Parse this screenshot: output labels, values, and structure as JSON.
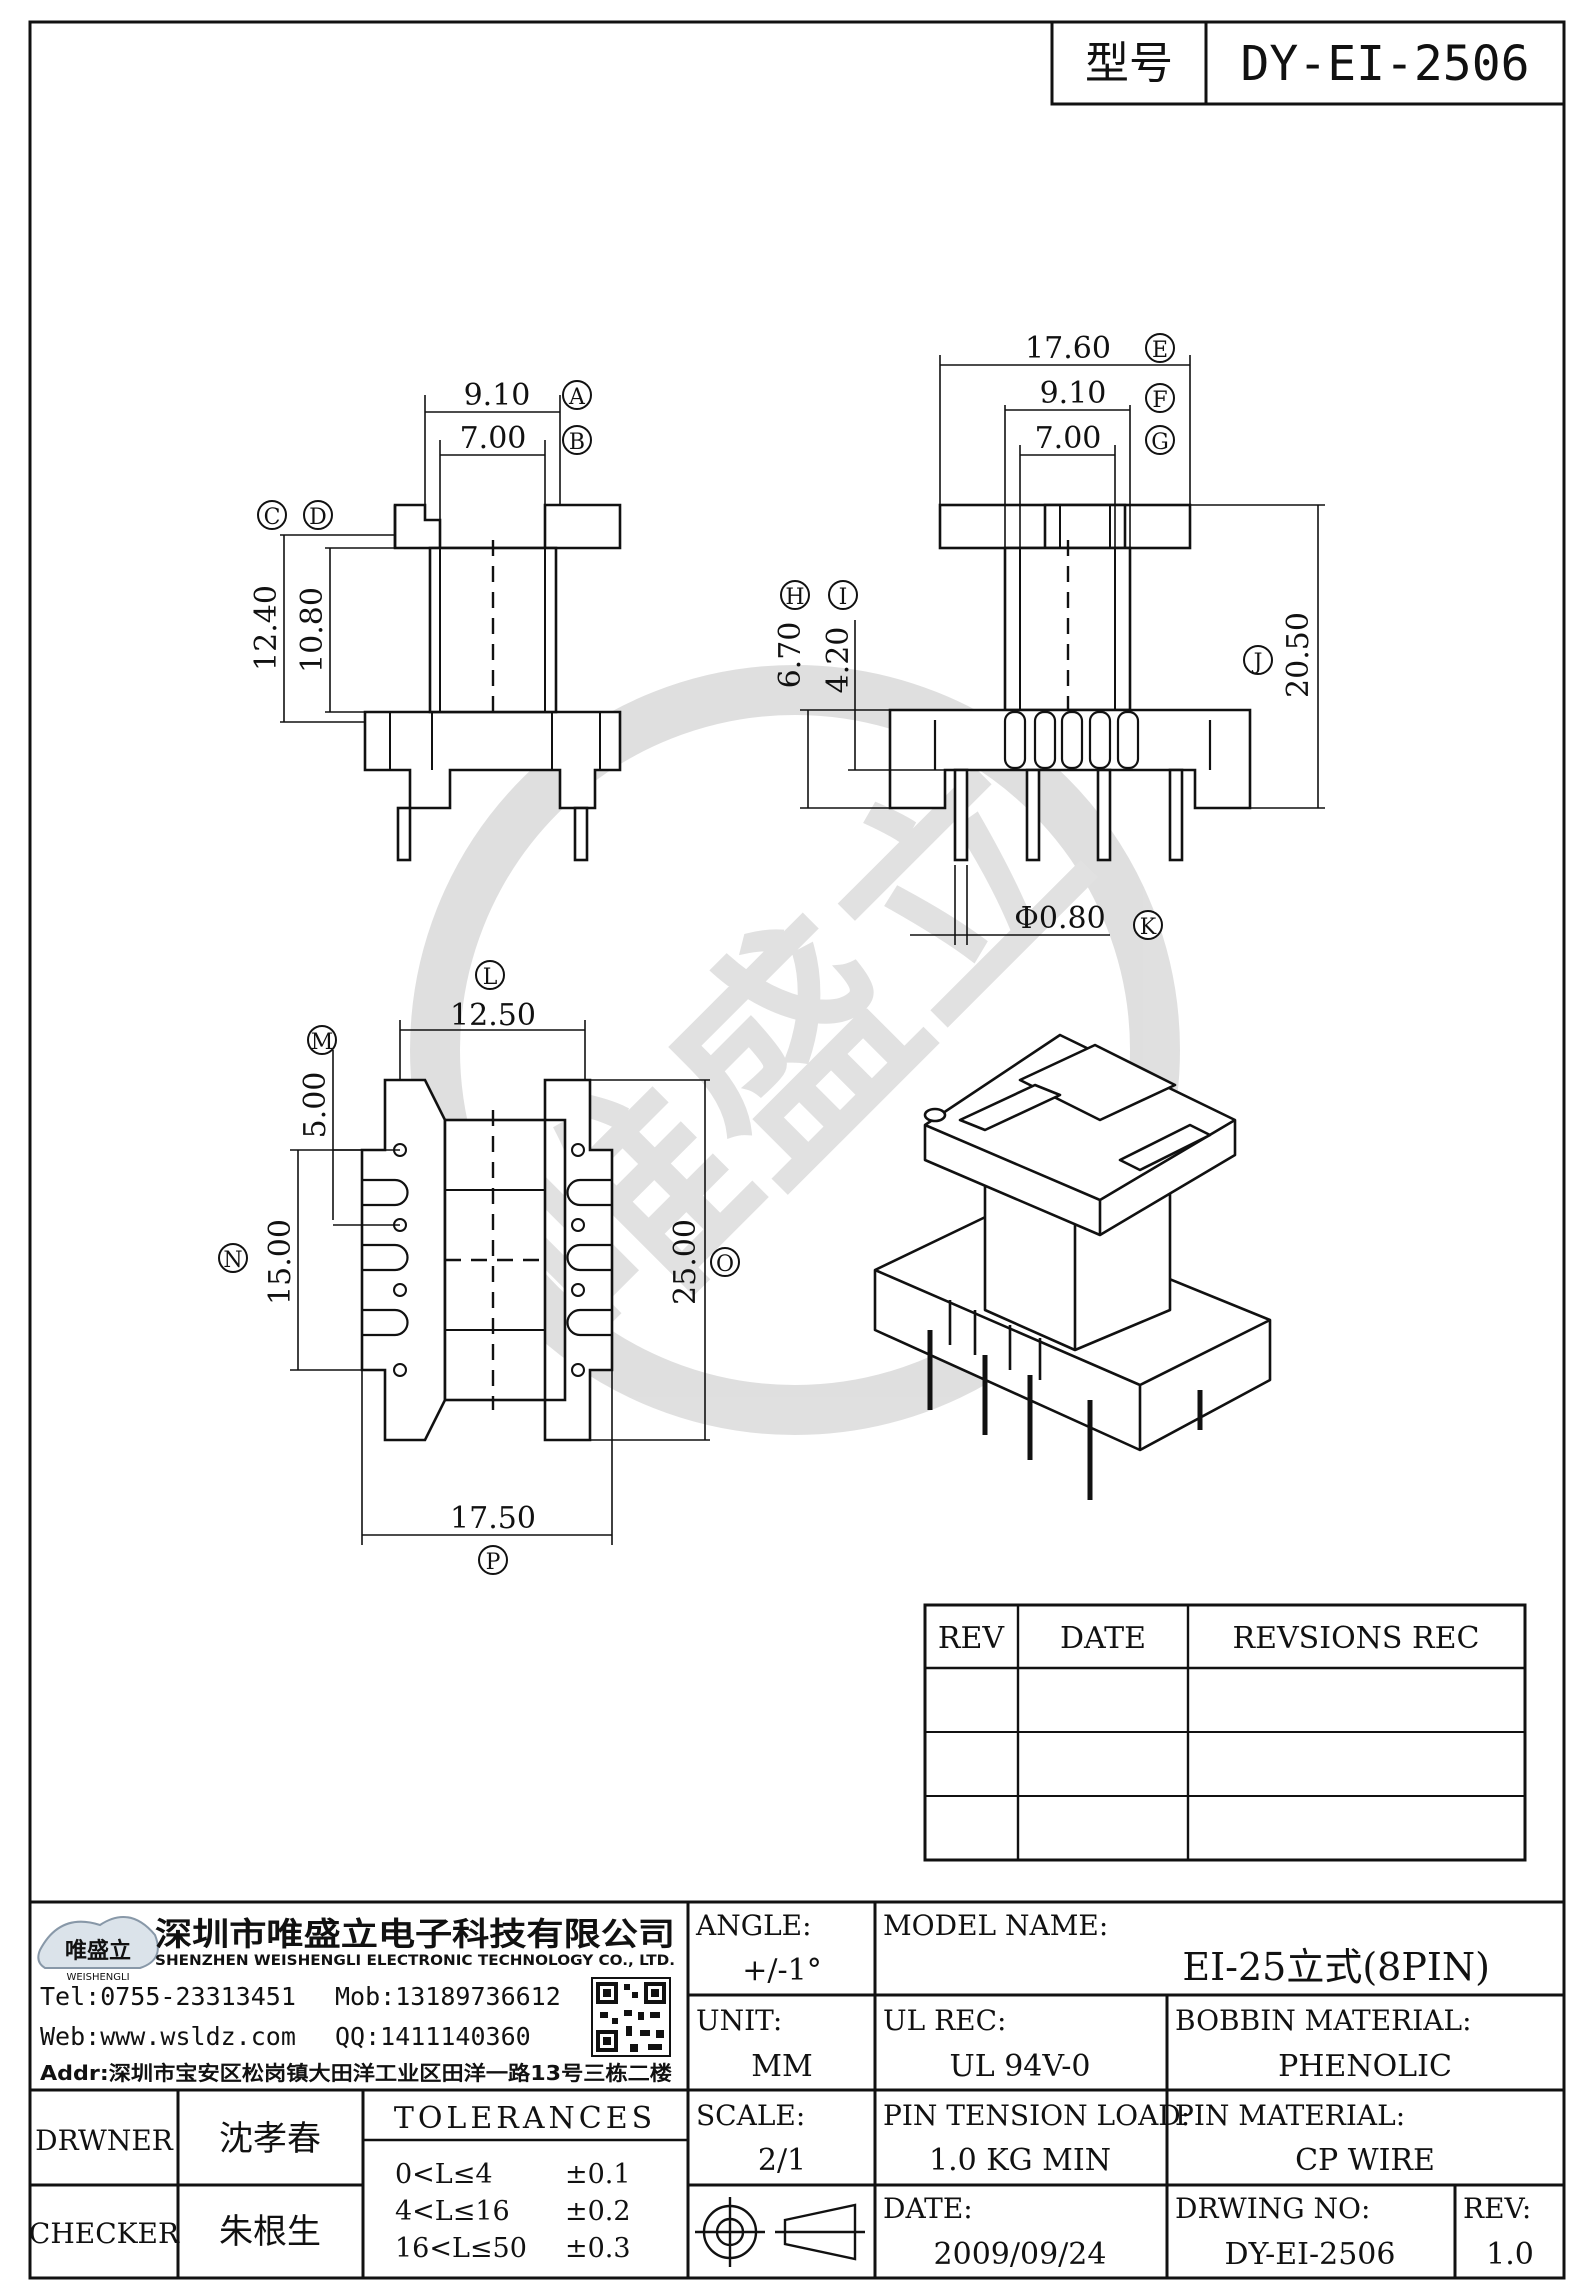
{
  "header": {
    "type_label": "型号",
    "type_value": "DY-EI-2506"
  },
  "top_left_view": {
    "dim_a": {
      "value": "9.10",
      "tag": "A"
    },
    "dim_b": {
      "value": "7.00",
      "tag": "B"
    },
    "dim_c": {
      "value": "12.40",
      "tag": "C"
    },
    "dim_d": {
      "value": "10.80",
      "tag": "D"
    }
  },
  "top_right_view": {
    "dim_e": {
      "value": "17.60",
      "tag": "E"
    },
    "dim_f": {
      "value": "9.10",
      "tag": "F"
    },
    "dim_g": {
      "value": "7.00",
      "tag": "G"
    },
    "dim_h": {
      "value": "6.70",
      "tag": "H"
    },
    "dim_i": {
      "value": "4.20",
      "tag": "I"
    },
    "dim_j": {
      "value": "20.50",
      "tag": "J"
    },
    "dim_k": {
      "value": "Φ0.80",
      "tag": "K"
    }
  },
  "bottom_view": {
    "dim_l": {
      "value": "12.50",
      "tag": "L"
    },
    "dim_m": {
      "value": "5.00",
      "tag": "M"
    },
    "dim_n": {
      "value": "15.00",
      "tag": "N"
    },
    "dim_o": {
      "value": "25.00",
      "tag": "O"
    },
    "dim_p": {
      "value": "17.50",
      "tag": "P"
    }
  },
  "revision_table": {
    "headers": [
      "REV",
      "DATE",
      "REVSIONS REC"
    ],
    "rows": [
      [
        "",
        "",
        ""
      ],
      [
        "",
        "",
        ""
      ],
      [
        "",
        "",
        ""
      ]
    ]
  },
  "company": {
    "logo_text": "唯盛立",
    "logo_sub": "WEISHENGLI",
    "name_cn": "深圳市唯盛立电子科技有限公司",
    "name_en": "SHENZHEN WEISHENGLI ELECTRONIC TECHNOLOGY CO., LTD.",
    "tel": "Tel:0755-23313451",
    "mob": "Mob:13189736612",
    "web": "Web:www.wsldz.com",
    "qq": "QQ:1411140360",
    "addr": "Addr:深圳市宝安区松岗镇大田洋工业区田洋一路13号三栋二楼"
  },
  "title_block": {
    "angle_label": "ANGLE:",
    "angle_value": "+/-1°",
    "model_label": "MODEL NAME:",
    "model_value": "EI-25立式(8PIN)",
    "unit_label": "UNIT:",
    "unit_value": "MM",
    "ul_label": "UL REC:",
    "ul_value": "UL 94V-0",
    "bobbin_label": "BOBBIN MATERIAL:",
    "bobbin_value": "PHENOLIC",
    "scale_label": "SCALE:",
    "scale_value": "2/1",
    "pin_tension_label": "PIN TENSION LOAD:",
    "pin_tension_value": "1.0 KG MIN",
    "pin_material_label": "PIN MATERIAL:",
    "pin_material_value": "CP WIRE",
    "date_label": "DATE:",
    "date_value": "2009/09/24",
    "drwing_label": "DRWING NO:",
    "drwing_value": "DY-EI-2506",
    "rev_label": "REV:",
    "rev_value": "1.0",
    "drwner_label": "DRWNER",
    "drwner_value": "沈孝春",
    "checker_label": "CHECKER",
    "checker_value": "朱根生",
    "tolerances_label": "TOLERANCES",
    "tolerances": [
      {
        "range": "0<L≤4",
        "value": "±0.1"
      },
      {
        "range": "4<L≤16",
        "value": "±0.2"
      },
      {
        "range": "16<L≤50",
        "value": "±0.3"
      }
    ]
  }
}
